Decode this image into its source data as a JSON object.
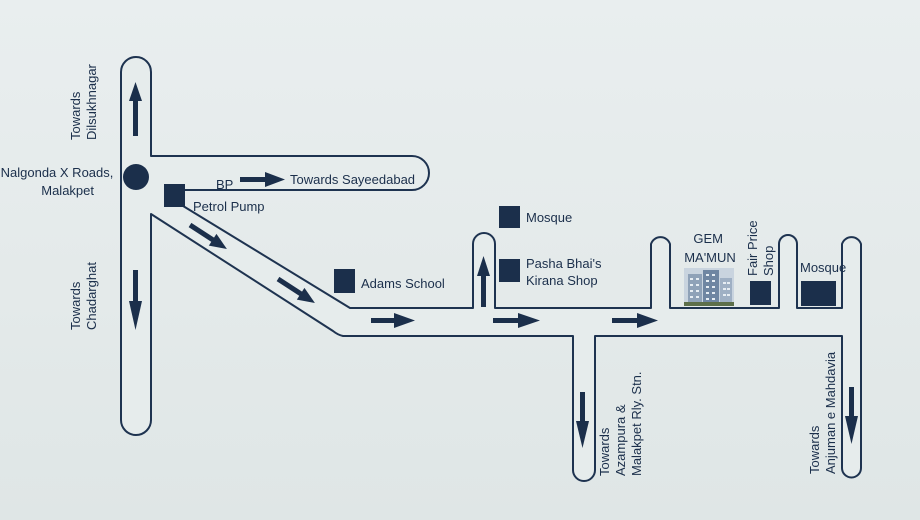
{
  "colors": {
    "ink": "#1b2f4b",
    "road_fill": "#e6ecec",
    "background": "#e6ebeb",
    "building": "#8fa2b8"
  },
  "labels": {
    "towards_dilsukhnagar": [
      "Towards",
      "Dilsukhnagar"
    ],
    "towards_chadarghat": [
      "Towards",
      "Chadarghat"
    ],
    "nalgonda_junction": [
      "Nalgonda X Roads,",
      "Malakpet"
    ],
    "bp": "BP",
    "towards_sayeedabad": "Towards Sayeedabad",
    "petrol_pump": "Petrol Pump",
    "adams_school": "Adams School",
    "mosque_1": "Mosque",
    "pasha_bhai": [
      "Pasha Bhai's",
      "Kirana Shop"
    ],
    "gem_mamun": [
      "GEM",
      "MA'MUN"
    ],
    "fair_price_shop": [
      "Fair Price",
      "Shop"
    ],
    "mosque_2": "Mosque",
    "towards_azampura": [
      "Towards",
      "Azampura &",
      "Malakpet Rly. Stn."
    ],
    "towards_anjuman": [
      "Towards",
      "Anjuman e Mahdavia"
    ]
  },
  "icons": {
    "junction": "circle-marker-icon",
    "landmark": "square-marker-icon",
    "direction": "arrow-icon",
    "project": "building-icon"
  }
}
